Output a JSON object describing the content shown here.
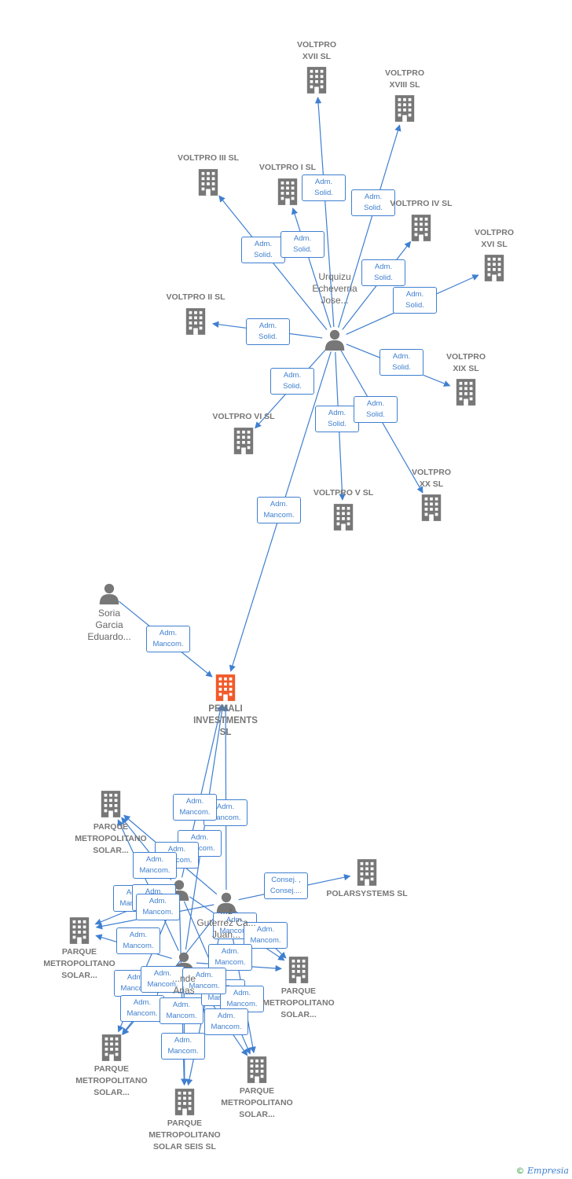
{
  "colors": {
    "edge": "#3f7fd0",
    "company": "#777777",
    "focus": "#f05a28",
    "person": "#777777"
  },
  "nodes": [
    {
      "id": "voltpro_xvii",
      "kind": "company",
      "label": "VOLTPRO\nXVII SL"
    },
    {
      "id": "voltpro_xviii",
      "kind": "company",
      "label": "VOLTPRO\nXVIII SL"
    },
    {
      "id": "voltpro_iii",
      "kind": "company",
      "label": "VOLTPRO III SL"
    },
    {
      "id": "voltpro_i",
      "kind": "company",
      "label": "VOLTPRO I SL"
    },
    {
      "id": "voltpro_iv",
      "kind": "company",
      "label": "VOLTPRO IV SL"
    },
    {
      "id": "voltpro_xvi",
      "kind": "company",
      "label": "VOLTPRO\nXVI SL"
    },
    {
      "id": "voltpro_ii",
      "kind": "company",
      "label": "VOLTPRO II SL"
    },
    {
      "id": "urquizu",
      "kind": "person",
      "label": "Urquizu\nEcheverria\nJose..."
    },
    {
      "id": "voltpro_xix",
      "kind": "company",
      "label": "VOLTPRO\nXIX SL"
    },
    {
      "id": "voltpro_vi",
      "kind": "company",
      "label": "VOLTPRO VI SL"
    },
    {
      "id": "voltpro_v",
      "kind": "company",
      "label": "VOLTPRO V SL"
    },
    {
      "id": "voltpro_xx",
      "kind": "company",
      "label": "VOLTPRO\nXX SL"
    },
    {
      "id": "soria",
      "kind": "person",
      "label": "Soria\nGarcia\nEduardo..."
    },
    {
      "id": "pemali",
      "kind": "focus",
      "label": "PEMALI\nINVESTMENTS\nSL"
    },
    {
      "id": "parque_a",
      "kind": "company",
      "label": "PARQUE\nMETROPOLITANO\nSOLAR..."
    },
    {
      "id": "polarsystems",
      "kind": "company",
      "label": "POLARSYSTEMS SL"
    },
    {
      "id": "person_b",
      "kind": "person",
      "label": "...z\nGuterrez  Ca...\nJuan..."
    },
    {
      "id": "person_c",
      "kind": "person",
      "label": ""
    },
    {
      "id": "person_d",
      "kind": "person",
      "label": "...nde\nArias"
    },
    {
      "id": "parque_b",
      "kind": "company",
      "label": "PARQUE\nMETROPOLITANO\nSOLAR..."
    },
    {
      "id": "parque_c",
      "kind": "company",
      "label": "PARQUE\nMETROPOLITANO\nSOLAR..."
    },
    {
      "id": "parque_d",
      "kind": "company",
      "label": "PARQUE\nMETROPOLITANO\nSOLAR..."
    },
    {
      "id": "parque_e",
      "kind": "company",
      "label": "PARQUE\nMETROPOLITANO\nSOLAR..."
    },
    {
      "id": "parque_seis",
      "kind": "company",
      "label": "PARQUE\nMETROPOLITANO\nSOLAR SEIS SL"
    }
  ],
  "edges": [
    {
      "from": "urquizu",
      "to": "voltpro_xvii",
      "label": "Adm.\nSolid."
    },
    {
      "from": "urquizu",
      "to": "voltpro_xviii",
      "label": "Adm.\nSolid."
    },
    {
      "from": "urquizu",
      "to": "voltpro_iii",
      "label": "Adm.\nSolid."
    },
    {
      "from": "urquizu",
      "to": "voltpro_i",
      "label": "Adm.\nSolid."
    },
    {
      "from": "urquizu",
      "to": "voltpro_iv",
      "label": "Adm.\nSolid."
    },
    {
      "from": "urquizu",
      "to": "voltpro_xvi",
      "label": "Adm.\nSolid."
    },
    {
      "from": "urquizu",
      "to": "voltpro_ii",
      "label": "Adm.\nSolid."
    },
    {
      "from": "urquizu",
      "to": "voltpro_xix",
      "label": "Adm.\nSolid."
    },
    {
      "from": "urquizu",
      "to": "voltpro_vi",
      "label": "Adm.\nSolid."
    },
    {
      "from": "urquizu",
      "to": "voltpro_v",
      "label": "Adm.\nSolid."
    },
    {
      "from": "urquizu",
      "to": "voltpro_xx",
      "label": "Adm.\nSolid."
    },
    {
      "from": "urquizu",
      "to": "pemali",
      "label": "Adm.\nMancom."
    },
    {
      "from": "soria",
      "to": "pemali",
      "label": "Adm.\nMancom."
    },
    {
      "from": "person_b",
      "to": "polarsystems",
      "label": "Consej. ,\nConsej...."
    },
    {
      "from": "person_b",
      "to": "pemali",
      "label": "Adm.\nMancom."
    },
    {
      "from": "person_c",
      "to": "pemali",
      "label": "Adm.\nMancom."
    },
    {
      "from": "person_d",
      "to": "pemali",
      "label": "Adm.\nMancom."
    },
    {
      "from": "person_b",
      "to": "parque_a",
      "label": "Adm.\nMancom."
    },
    {
      "from": "person_c",
      "to": "parque_a",
      "label": "Adm.\nMancom."
    },
    {
      "from": "person_d",
      "to": "parque_a",
      "label": "Adm.\nMancom."
    },
    {
      "from": "person_b",
      "to": "parque_b",
      "label": "Adm.\nMancom."
    },
    {
      "from": "person_c",
      "to": "parque_b",
      "label": "Adm.\nMancom."
    },
    {
      "from": "person_d",
      "to": "parque_b",
      "label": "Adm.\nMancom."
    },
    {
      "from": "person_b",
      "to": "parque_c",
      "label": "Adm.\nMancom."
    },
    {
      "from": "person_c",
      "to": "parque_c",
      "label": "Adm.\nMancom."
    },
    {
      "from": "person_d",
      "to": "parque_c",
      "label": "Adm.\nMancom."
    },
    {
      "from": "person_b",
      "to": "parque_d",
      "label": "Adm.\nMancom."
    },
    {
      "from": "person_c",
      "to": "parque_d",
      "label": "Adm.\nMancom."
    },
    {
      "from": "person_d",
      "to": "parque_d",
      "label": "Adm.\nMancom."
    },
    {
      "from": "person_b",
      "to": "parque_e",
      "label": "Adm.\nMancom."
    },
    {
      "from": "person_c",
      "to": "parque_e",
      "label": "Adm.\nMancom."
    },
    {
      "from": "person_d",
      "to": "parque_e",
      "label": "Adm.\nMancom."
    },
    {
      "from": "person_b",
      "to": "parque_seis",
      "label": "Adm.\nMancom."
    },
    {
      "from": "person_c",
      "to": "parque_seis",
      "label": "Adm.\nMancom."
    },
    {
      "from": "person_d",
      "to": "parque_seis",
      "label": "Adm.\nMancom."
    }
  ],
  "watermark": {
    "copyright": "©",
    "brand": "Empresia"
  }
}
